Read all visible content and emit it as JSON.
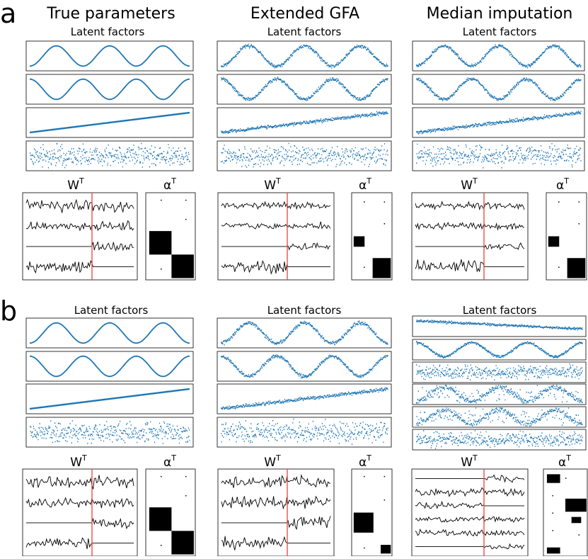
{
  "panel_a": {
    "letter": "a",
    "columns": [
      {
        "heading": "True parameters",
        "subheading": "Latent factors",
        "w_label": "W",
        "alpha_label": "α",
        "superscript": "T"
      },
      {
        "heading": "Extended GFA",
        "subheading": "Latent factors",
        "w_label": "W",
        "alpha_label": "α",
        "superscript": "T"
      },
      {
        "heading": "Median imputation",
        "subheading": "Latent factors",
        "w_label": "W",
        "alpha_label": "α",
        "superscript": "T"
      }
    ]
  },
  "panel_b": {
    "letter": "b",
    "columns": [
      {
        "subheading": "Latent factors",
        "w_label": "W",
        "alpha_label": "α",
        "superscript": "T"
      },
      {
        "subheading": "Latent factors",
        "w_label": "W",
        "alpha_label": "α",
        "superscript": "T"
      },
      {
        "subheading": "Latent factors",
        "w_label": "W",
        "alpha_label": "α",
        "superscript": "T"
      }
    ]
  },
  "colors": {
    "factor": "#1f77b4",
    "weights": "#000000",
    "divider": "#e8413c",
    "frame": "#333333"
  }
}
